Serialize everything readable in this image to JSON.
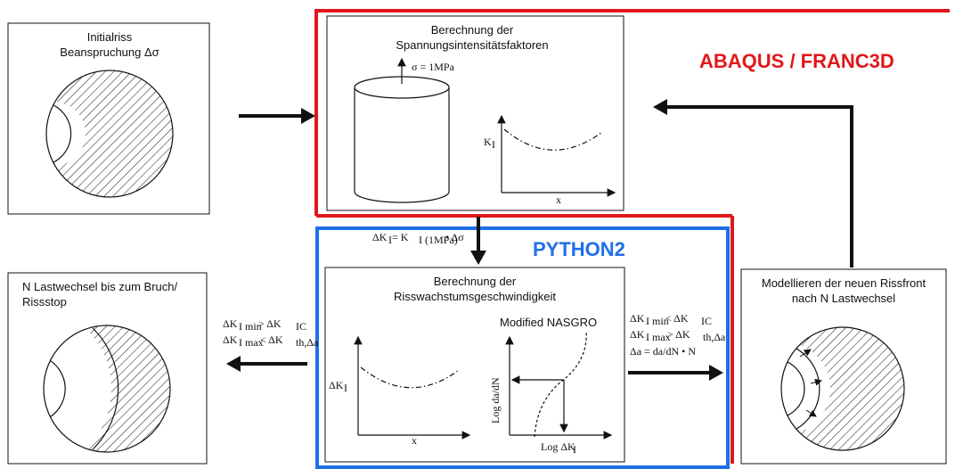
{
  "colors": {
    "red": "#e0181b",
    "blue": "#1f6fe8",
    "ink": "#111111"
  },
  "boxes": {
    "initial": {
      "line1": "Initialriss",
      "line2": "Beanspruchung Δσ"
    },
    "sif": {
      "line1": "Berechnung der",
      "line2": "Spannungsintensitätsfaktoren",
      "sigma": "σ = 1MPa",
      "ylabel": "K",
      "ysub": "I",
      "xlabel": "x"
    },
    "growth": {
      "line1": "Berechnung der",
      "line2": "Risswachstumsgeschwindigkeit",
      "ylabel": "ΔK",
      "ysub": "I",
      "xlabel": "x",
      "nasgro_title": "Modified NASGRO",
      "nasgro_ylabel": "Log da/dN",
      "nasgro_xlabel": "Log ΔK",
      "nasgro_xsub": "I"
    },
    "final": {
      "line1": "N Lastwechsel bis zum Bruch/",
      "line2": "Rissstop"
    },
    "model": {
      "line1": "Modellieren der neuen Rissfront",
      "line2": "nach N Lastwechsel"
    }
  },
  "labels": {
    "abaqus": "ABAQUS / FRANC3D",
    "python": "PYTHON2",
    "dk_formula": {
      "a": "ΔK",
      "a_sub": "I",
      "b": " = K",
      "b_sub": "I (1MPa)",
      "c": "• Δσ"
    },
    "cond_left": [
      {
        "a": "ΔK",
        "sub": "I min",
        "op": " > ΔK",
        "sub2": "IC"
      },
      {
        "a": "ΔK",
        "sub": "I max",
        "op": "< ΔK",
        "sub2": "th,Δa"
      }
    ],
    "cond_right": [
      {
        "a": "ΔK",
        "sub": "I min",
        "op": "< ΔK",
        "sub2": "IC"
      },
      {
        "a": "ΔK",
        "sub": "I max",
        "op": "> ΔK",
        "sub2": "th,Δa"
      }
    ],
    "da_formula": "Δa  = da/dN • N"
  }
}
